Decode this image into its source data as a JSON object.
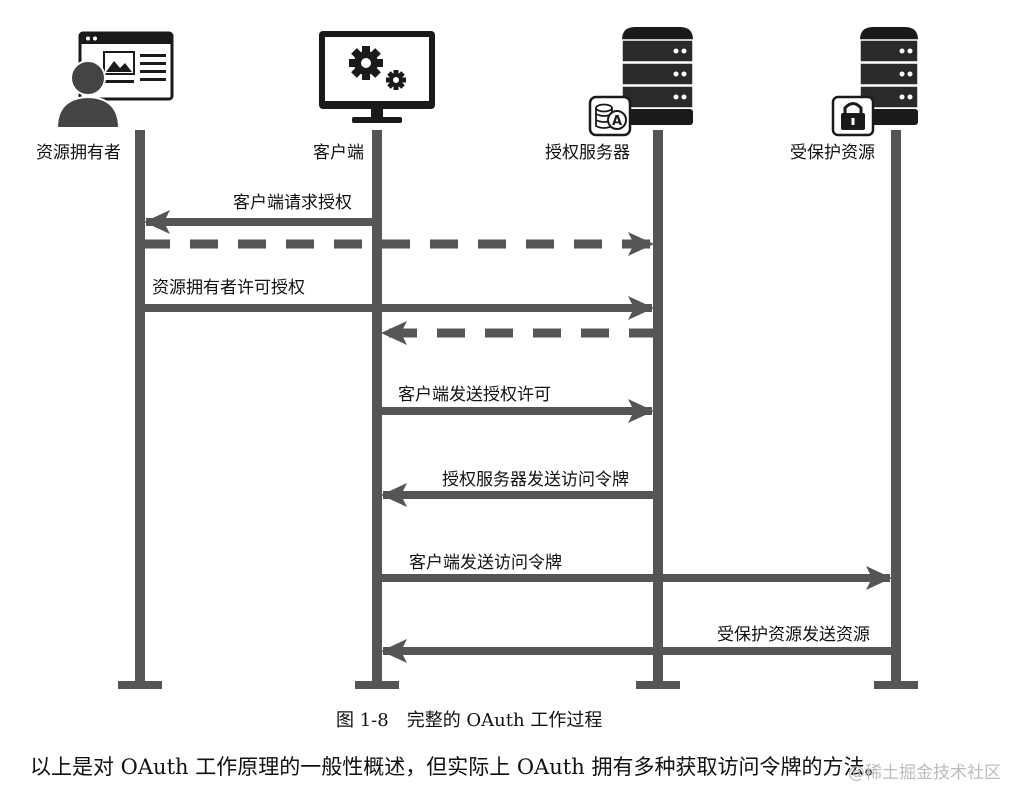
{
  "participants": {
    "resource_owner": "资源拥有者",
    "client": "客户端",
    "auth_server": "授权服务器",
    "protected_resource": "受保护资源"
  },
  "messages": {
    "m1": "客户端请求授权",
    "m3": "资源拥有者许可授权",
    "m5": "客户端发送授权许可",
    "m6": "授权服务器发送访问令牌",
    "m7": "客户端发送访问令牌",
    "m8": "受保护资源发送资源"
  },
  "icons": {
    "resource_owner": "user-profile-icon",
    "client": "monitor-gears-icon",
    "auth_server": "server-badge-icon",
    "auth_server_badge_letter": "A",
    "protected_resource": "server-lock-icon"
  },
  "caption": "图 1-8　完整的 OAuth 工作过程",
  "body_text": "以上是对 OAuth 工作原理的一般性概述，但实际上 OAuth 拥有多种获取访问令牌的方法。",
  "watermark": "@稀土掘金技术社区",
  "colors": {
    "line": "#555555",
    "icon_dark": "#1a1a1a",
    "icon_mid": "#444444"
  }
}
